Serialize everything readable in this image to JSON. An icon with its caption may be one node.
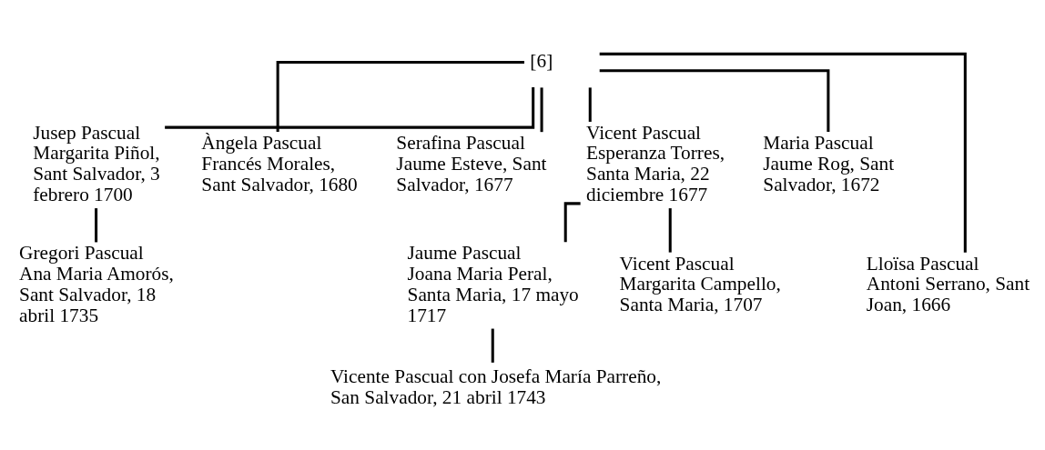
{
  "diagram": {
    "nodes": [
      {
        "text": [
          "[6]"
        ]
      },
      {
        "text": [
          "Jusep Pascual",
          "Margarita Piñol, Sant Salvador, 3 febrero 1700"
        ]
      },
      {
        "text": [
          "Àngela Pascual",
          "Francés Morales, Sant Salvador, 1680"
        ]
      },
      {
        "text": [
          "Serafina Pascual",
          "Jaume Esteve, Sant Salvador, 1677"
        ]
      },
      {
        "text": [
          "Vicent Pascual",
          "Esperanza Torres, Santa Maria, 22 diciembre 1677"
        ]
      },
      {
        "text": [
          "Maria Pascual",
          "Jaume Rog, Sant Salvador, 1672"
        ]
      },
      {
        "text": [
          "Gregori Pascual",
          "Ana Maria Amorós, Sant Salvador, 18 abril 1735"
        ]
      },
      {
        "text": [
          "Lloïsa Pascual",
          "Antoni Serrano, Sant Joan, 1666"
        ]
      },
      {
        "text": [
          "Jaume Pascual",
          "Joana Maria Peral, Santa Maria, 17 mayo 1717"
        ]
      },
      {
        "text": [
          "Vicent Pascual",
          "Margarita Campello, Santa Maria, 1707"
        ]
      },
      {
        "text": [
          "Vicente Pascual con Josefa María Parreño, San Salvador, 21 abril 1743"
        ]
      }
    ],
    "edges": [
      {
        "from": 0,
        "to": 1,
        "arrow": "none"
      },
      {
        "from": 0,
        "to": 2,
        "arrow": "none"
      },
      {
        "from": 0,
        "to": 7,
        "arrow": "none"
      },
      {
        "from": 0,
        "to": 3,
        "arrow": "none"
      },
      {
        "from": 0,
        "to": 4,
        "arrow": "none"
      },
      {
        "from": 0,
        "to": 5,
        "arrow": "none"
      },
      {
        "from": 1,
        "to": 6,
        "arrow": "none"
      },
      {
        "from": 4,
        "to": 8,
        "arrow": "none"
      },
      {
        "from": 4,
        "to": 9,
        "arrow": "none"
      },
      {
        "from": 8,
        "to": 10,
        "arrow": "none"
      }
    ]
  }
}
